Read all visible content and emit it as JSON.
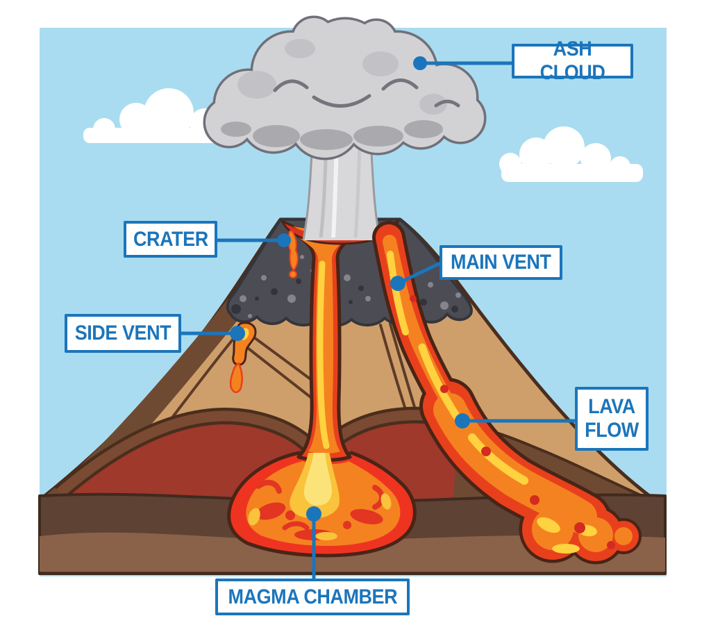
{
  "diagram": {
    "labels": {
      "ash_cloud": "ASH CLOUD",
      "crater": "CRATER",
      "main_vent": "MAIN VENT",
      "side_vent": "SIDE VENT",
      "lava_flow": "LAVA FLOW",
      "magma_chamber": "MAGMA CHAMBER"
    },
    "colors": {
      "accent_blue": "#1b75bb",
      "sky_blue": "#a9dcf0",
      "cloud_white": "#ffffff",
      "ash_gray": "#d2d2d4",
      "rock_gray": "#4c4c54",
      "flank_tan": "#cf9f6b",
      "flank_brown": "#6f4a33",
      "inner_red": "#9e392b",
      "ground_dark": "#5e4233",
      "ground_light": "#8a6149",
      "lava_red": "#e8401c",
      "lava_orange": "#f58220",
      "lava_yellow": "#ffd23f",
      "magma_red": "#ee3420",
      "magma_yellow": "#f9c33c",
      "outline_dark": "#4a2416"
    }
  }
}
